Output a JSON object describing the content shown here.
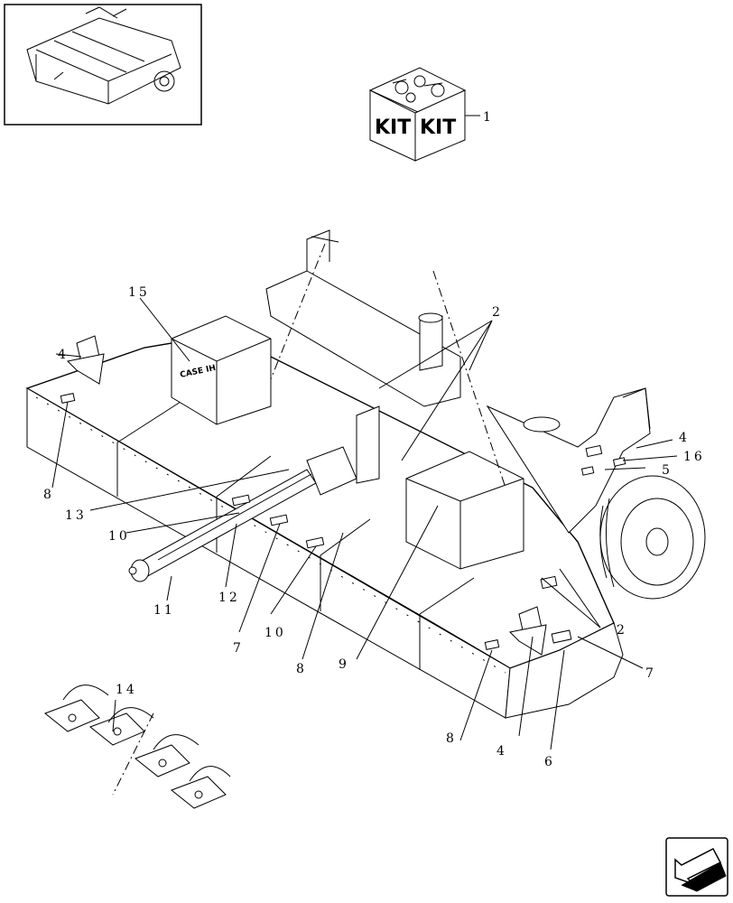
{
  "kit": {
    "labels": [
      "KIT",
      "KIT"
    ]
  },
  "brand_decal": "CASE IH",
  "callouts": [
    {
      "id": "c1",
      "text": "1"
    },
    {
      "id": "c2a",
      "text": "2"
    },
    {
      "id": "c2b",
      "text": "2"
    },
    {
      "id": "c4a",
      "text": "4"
    },
    {
      "id": "c4b",
      "text": "4"
    },
    {
      "id": "c4c",
      "text": "4"
    },
    {
      "id": "c5",
      "text": "5"
    },
    {
      "id": "c6",
      "text": "6"
    },
    {
      "id": "c7a",
      "text": "7"
    },
    {
      "id": "c7b",
      "text": "7"
    },
    {
      "id": "c8a",
      "text": "8"
    },
    {
      "id": "c8b",
      "text": "8"
    },
    {
      "id": "c8c",
      "text": "8"
    },
    {
      "id": "c9",
      "text": "9"
    },
    {
      "id": "c10a",
      "text": "10"
    },
    {
      "id": "c10b",
      "text": "10"
    },
    {
      "id": "c11",
      "text": "11"
    },
    {
      "id": "c12",
      "text": "12"
    },
    {
      "id": "c13",
      "text": "13"
    },
    {
      "id": "c14",
      "text": "14"
    },
    {
      "id": "c15",
      "text": "15"
    },
    {
      "id": "c16",
      "text": "16"
    }
  ],
  "nav_icon": "arrow-left-down-icon"
}
